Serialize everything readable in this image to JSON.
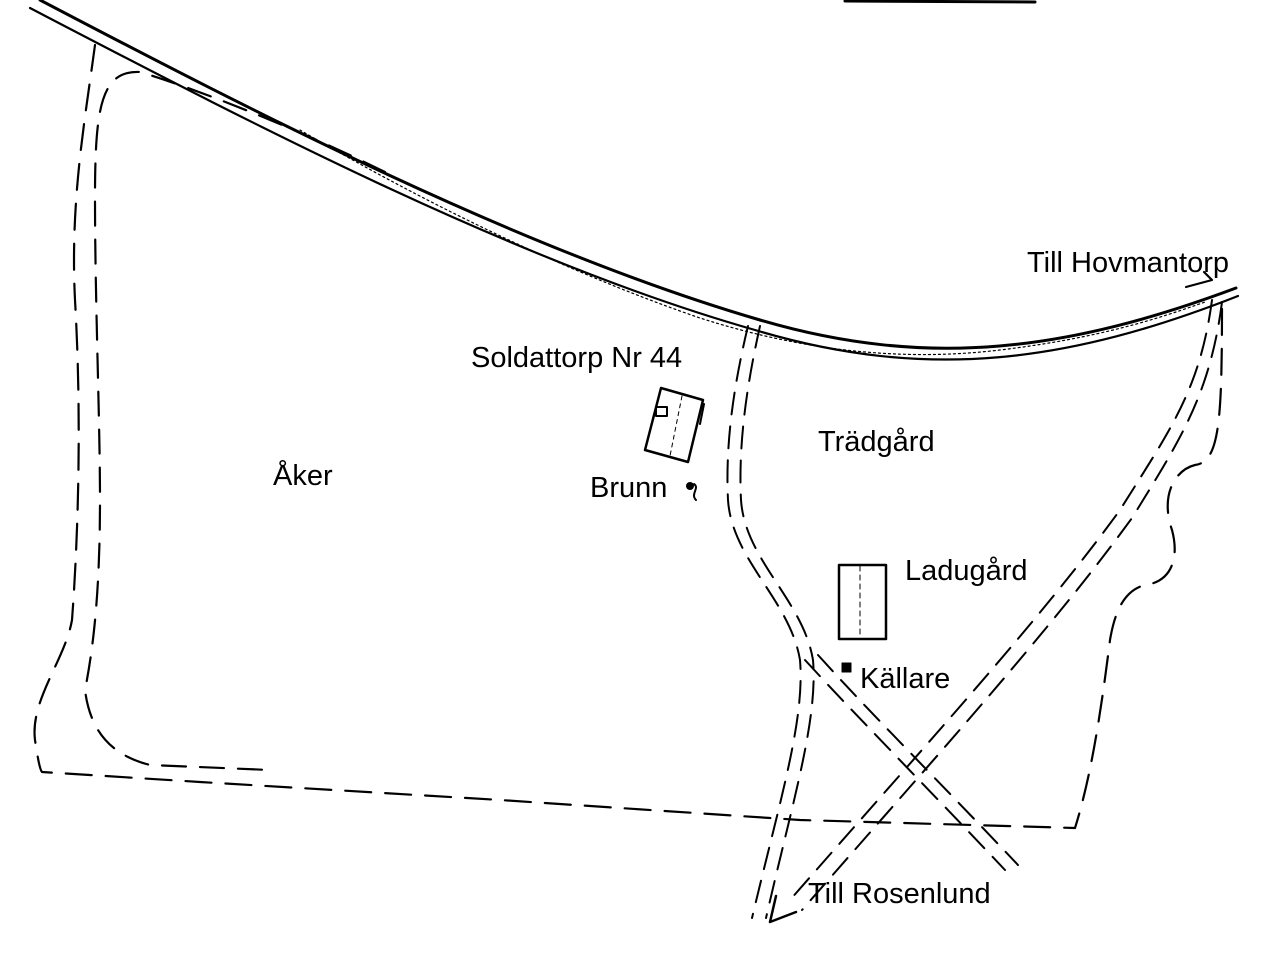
{
  "map": {
    "labels": {
      "till_hovmantorp": "Till Hovmantorp",
      "soldattorp": "Soldattorp Nr 44",
      "tradgard": "Trädgård",
      "aker": "Åker",
      "brunn": "Brunn",
      "ladugard": "Ladugård",
      "kallare": "Källare",
      "till_rosenlund": "Till Rosenlund"
    },
    "colors": {
      "ink": "#000000",
      "paper": "#ffffff"
    }
  }
}
